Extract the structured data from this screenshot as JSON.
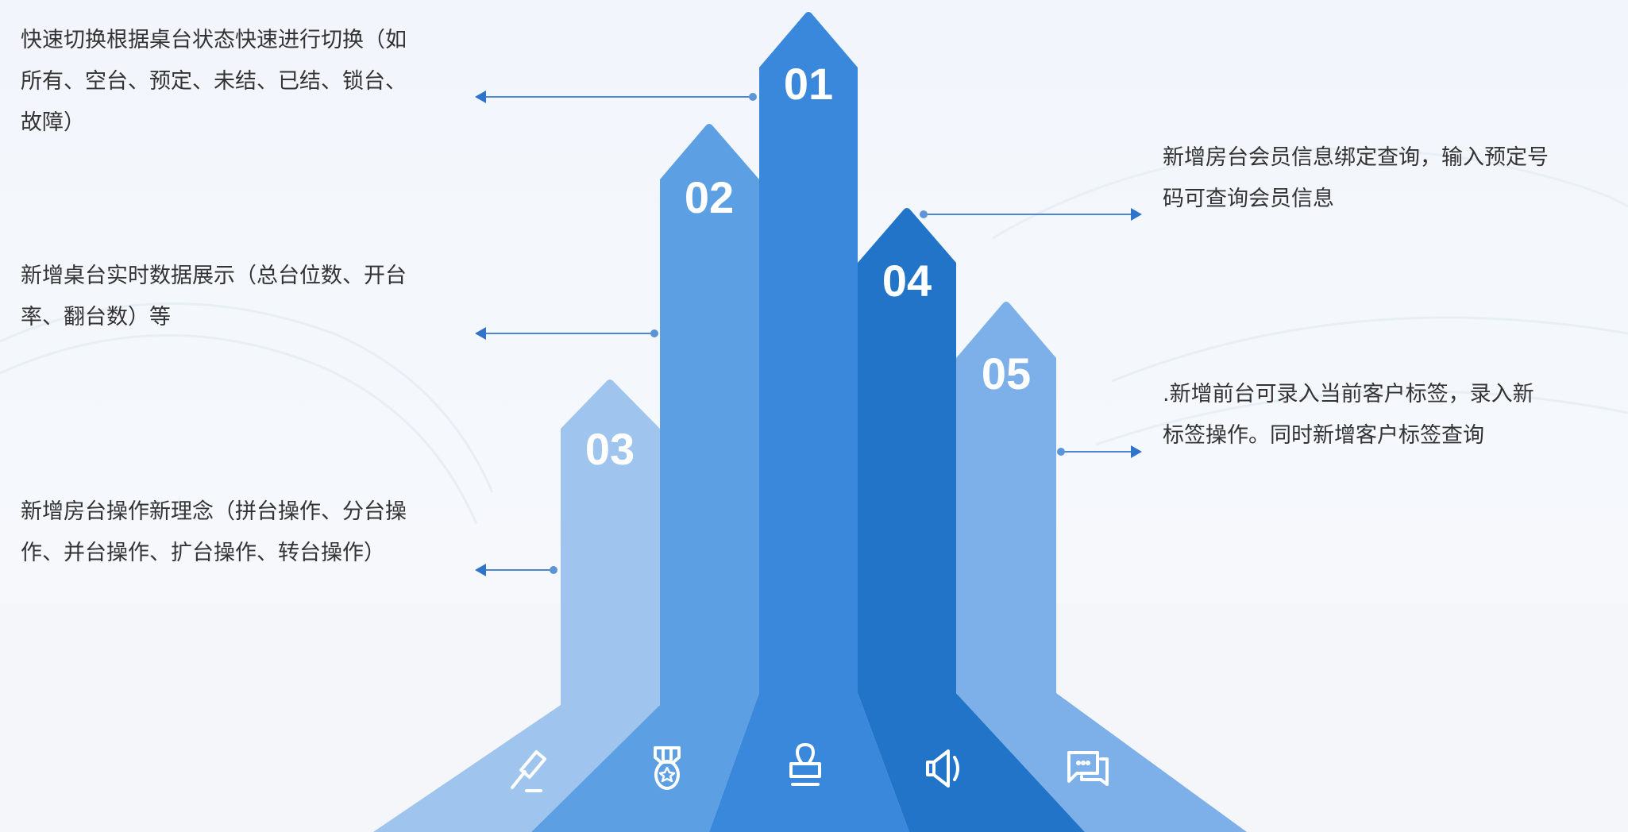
{
  "colors": {
    "col01": "#3a88db",
    "col02": "#5d9fe3",
    "col03": "#9fc5ee",
    "col04": "#2274c9",
    "col05": "#7db0e8",
    "connector": "#4a86d4",
    "text": "#333333"
  },
  "columns": [
    {
      "number": "01",
      "icon": "stamp-icon"
    },
    {
      "number": "02",
      "icon": "medal-icon"
    },
    {
      "number": "03",
      "icon": "gavel-icon"
    },
    {
      "number": "04",
      "icon": "speaker-icon"
    },
    {
      "number": "05",
      "icon": "chat-icon"
    }
  ],
  "items": {
    "item01": {
      "lines": [
        "快速切换根据桌台状态快速进行切换（如",
        "所有、空台、预定、未结、已结、锁台、",
        "故障）"
      ]
    },
    "item02": {
      "lines": [
        "新增桌台实时数据展示（总台位数、开台",
        "率、翻台数）等"
      ]
    },
    "item03": {
      "lines": [
        "新增房台操作新理念（拼台操作、分台操",
        "作、并台操作、扩台操作、转台操作）"
      ]
    },
    "item04": {
      "lines": [
        "新增房台会员信息绑定查询，输入预定号",
        "码可查询会员信息"
      ]
    },
    "item05": {
      "lines": [
        ".新增前台可录入当前客户标签，录入新",
        "标签操作。同时新增客户标签查询"
      ]
    }
  }
}
